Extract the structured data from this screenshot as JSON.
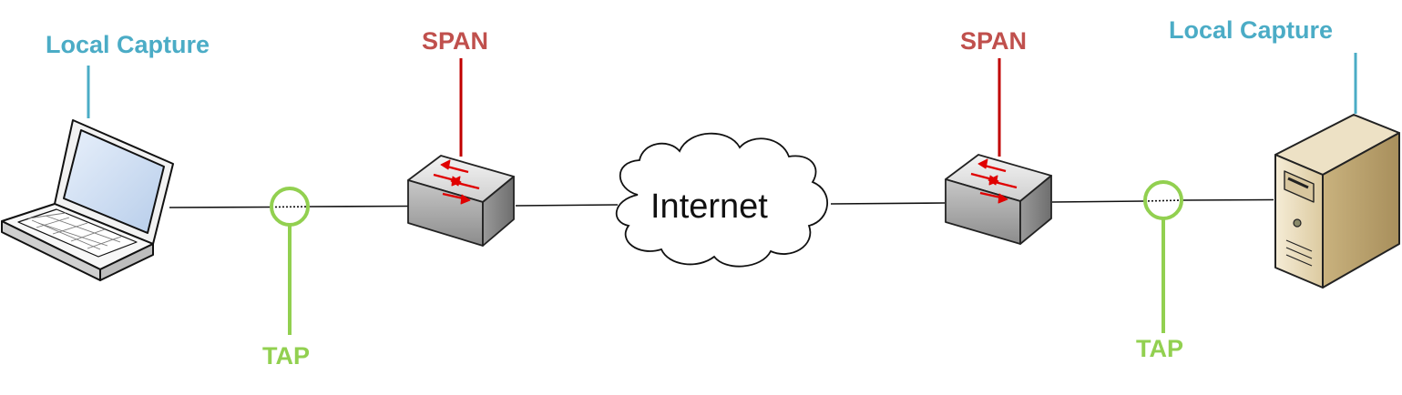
{
  "labels": {
    "local_capture_left": "Local Capture",
    "local_capture_right": "Local Capture",
    "span_left": "SPAN",
    "span_right": "SPAN",
    "tap_left": "TAP",
    "tap_right": "TAP",
    "internet": "Internet"
  },
  "colors": {
    "local_capture": "#4BACC6",
    "span": "#C0504D",
    "tap": "#92D050",
    "link": "#111111"
  },
  "icons": {
    "left_endpoint": "laptop-icon",
    "right_endpoint": "server-tower-icon",
    "switches": "network-switch-icon",
    "cloud": "internet-cloud-icon"
  }
}
